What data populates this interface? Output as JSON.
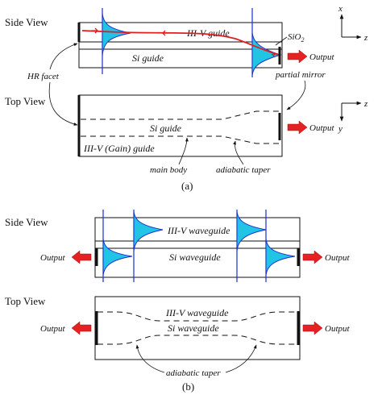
{
  "panel_a": {
    "side_view": {
      "title": "Side View",
      "iii_v_label": "III-V guide",
      "sio2_label": "SiO",
      "sio2_sub": "2",
      "si_label": "Si guide",
      "output_label": "Output",
      "hr_facet_label": "HR facet",
      "partial_mirror_label": "partial mirror",
      "axis_vertical": "x",
      "axis_horizontal": "z"
    },
    "top_view": {
      "title": "Top View",
      "si_label": "Si guide",
      "iii_v_label": "III-V (Gain) guide",
      "output_label": "Output",
      "main_body_label": "main body",
      "adiabatic_taper_label": "adiabatic taper",
      "axis_horizontal": "z",
      "axis_vertical": "y"
    },
    "caption": "(a)"
  },
  "panel_b": {
    "side_view": {
      "title": "Side View",
      "iii_v_label": "III-V waveguide",
      "si_label": "Si waveguide",
      "output_left": "Output",
      "output_right": "Output"
    },
    "top_view": {
      "title": "Top View",
      "iii_v_label": "III-V waveguide",
      "si_label": "Si waveguide",
      "output_left": "Output",
      "output_right": "Output",
      "adiabatic_taper_label": "adiabatic taper"
    },
    "caption": "(b)"
  },
  "colors": {
    "mode_fill": "#22c4e6",
    "mode_outline": "#1a2fd0",
    "beam": "#e02020",
    "arrow": "#e42222",
    "line": "#111111"
  }
}
